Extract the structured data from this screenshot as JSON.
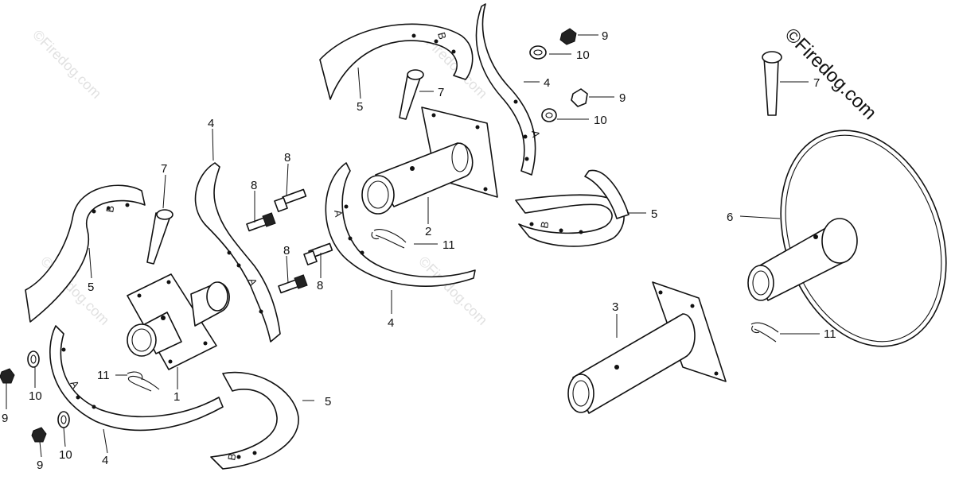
{
  "brand": {
    "watermark": "©Firedog.com"
  },
  "labels": [
    {
      "id": "lbl-7-left",
      "text": "7"
    },
    {
      "id": "lbl-4-left-top",
      "text": "4"
    },
    {
      "id": "lbl-5-left",
      "text": "5"
    },
    {
      "id": "lbl-8-a",
      "text": "8"
    },
    {
      "id": "lbl-8-b",
      "text": "8"
    },
    {
      "id": "lbl-8-c",
      "text": "8"
    },
    {
      "id": "lbl-8-d",
      "text": "8"
    },
    {
      "id": "lbl-11-left",
      "text": "11"
    },
    {
      "id": "lbl-1",
      "text": "1"
    },
    {
      "id": "lbl-4-left-bottom",
      "text": "4"
    },
    {
      "id": "lbl-5-bottom",
      "text": "5"
    },
    {
      "id": "lbl-9-a",
      "text": "9"
    },
    {
      "id": "lbl-10-a",
      "text": "10"
    },
    {
      "id": "lbl-9-b",
      "text": "9"
    },
    {
      "id": "lbl-10-b",
      "text": "10"
    },
    {
      "id": "lbl-5-top",
      "text": "5"
    },
    {
      "id": "lbl-7-mid",
      "text": "7"
    },
    {
      "id": "lbl-2",
      "text": "2"
    },
    {
      "id": "lbl-11-mid",
      "text": "11"
    },
    {
      "id": "lbl-4-mid",
      "text": "4"
    },
    {
      "id": "lbl-9-top",
      "text": "9"
    },
    {
      "id": "lbl-10-top",
      "text": "10"
    },
    {
      "id": "lbl-4-top-right",
      "text": "4"
    },
    {
      "id": "lbl-9-mid",
      "text": "9"
    },
    {
      "id": "lbl-10-mid",
      "text": "10"
    },
    {
      "id": "lbl-5-right",
      "text": "5"
    },
    {
      "id": "lbl-7-right",
      "text": "7"
    },
    {
      "id": "lbl-6",
      "text": "6"
    },
    {
      "id": "lbl-3",
      "text": "3"
    },
    {
      "id": "lbl-11-right",
      "text": "11"
    }
  ],
  "tine_stamps": {
    "a": "A",
    "b": "B"
  }
}
